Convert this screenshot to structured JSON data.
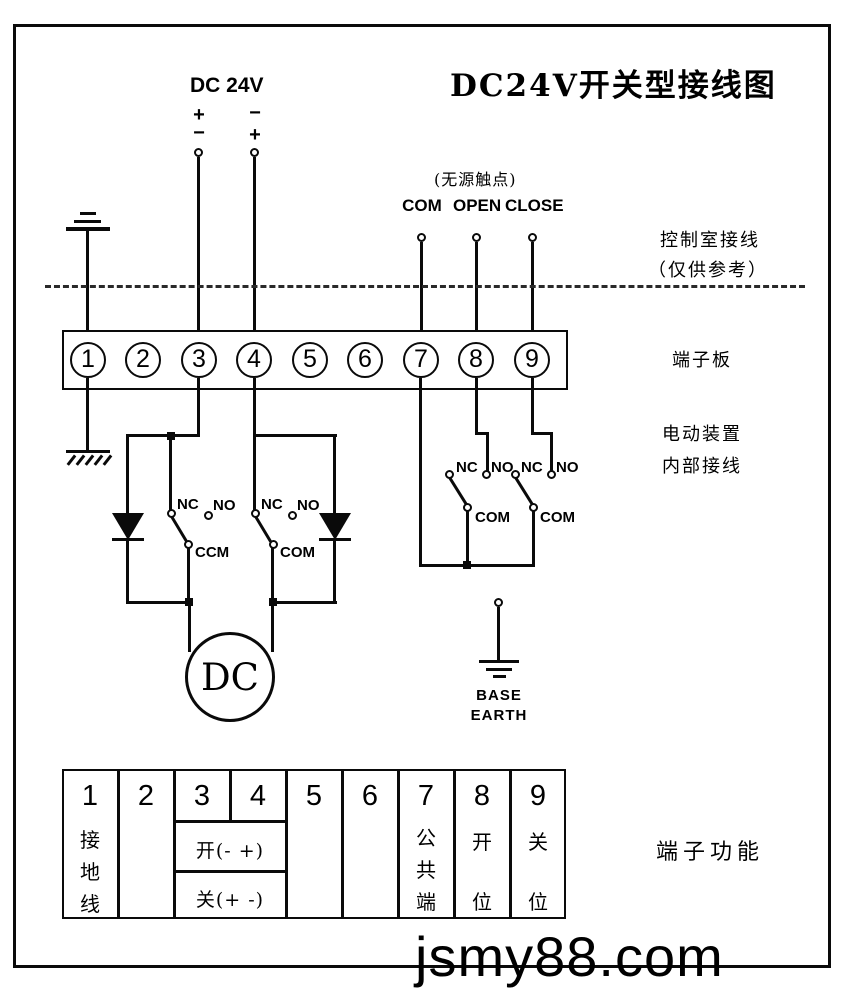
{
  "title": "DC24V开关型接线图",
  "watermark": "jsmy88.com",
  "power_supply": {
    "label": "DC 24V",
    "terminal_a": {
      "top": "+",
      "bottom": "−"
    },
    "terminal_b": {
      "top": "−",
      "bottom": "+"
    }
  },
  "control_contacts": {
    "note": "(无源触点)",
    "com": "COM",
    "open": "OPEN",
    "close": "CLOSE"
  },
  "side_notes": {
    "control_room_line1": "控制室接线",
    "control_room_line2": "（仅供参考）",
    "terminal_board": "端子板",
    "internal_line1": "电动装置",
    "internal_line2": "内部接线",
    "terminal_function": "端子功能"
  },
  "terminal_board": {
    "terminals": [
      "1",
      "2",
      "3",
      "4",
      "5",
      "6",
      "7",
      "8",
      "9"
    ]
  },
  "limit_switches": {
    "open_coil": {
      "nc": "NC",
      "no": "NO",
      "com": "CCM"
    },
    "close_coil": {
      "nc": "NC",
      "no": "NO",
      "com": "COM"
    },
    "open_feedback": {
      "nc": "NC",
      "no": "NO",
      "com": "COM"
    },
    "close_feedback": {
      "nc": "NC",
      "no": "NO",
      "com": "COM"
    }
  },
  "motor": {
    "label": "DC"
  },
  "base_earth": {
    "line1": "BASE",
    "line2": "EARTH"
  },
  "function_table": {
    "headers": [
      "1",
      "2",
      "3",
      "4",
      "5",
      "6",
      "7",
      "8",
      "9"
    ],
    "col_1": [
      "接",
      "地",
      "线"
    ],
    "open_row": "开(- +)",
    "close_row": "关(+ -)",
    "col_7": [
      "公",
      "共",
      "端"
    ],
    "col_8": [
      "开",
      "位"
    ],
    "col_9": [
      "关",
      "位"
    ]
  }
}
